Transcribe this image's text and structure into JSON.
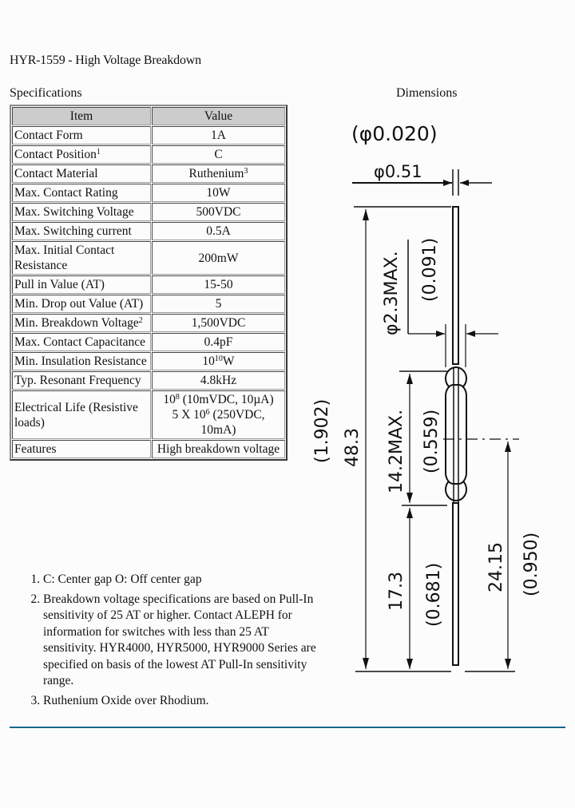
{
  "title": "HYR-1559 - High Voltage Breakdown",
  "specifications_heading": "Specifications",
  "dimensions_heading": "Dimensions",
  "table": {
    "headers": [
      "Item",
      "Value"
    ],
    "rows": [
      {
        "item": "Contact Form",
        "item_sup": "",
        "value": "1A",
        "value_sup": ""
      },
      {
        "item": "Contact Position",
        "item_sup": "1",
        "value": "C",
        "value_sup": ""
      },
      {
        "item": "Contact Material",
        "item_sup": "",
        "value": "Ruthenium",
        "value_sup": "3"
      },
      {
        "item": "Max. Contact Rating",
        "item_sup": "",
        "value": "10W",
        "value_sup": ""
      },
      {
        "item": "Max. Switching Voltage",
        "item_sup": "",
        "value": "500VDC",
        "value_sup": ""
      },
      {
        "item": "Max. Switching current",
        "item_sup": "",
        "value": "0.5A",
        "value_sup": ""
      },
      {
        "item": "Max. Initial Contact Resistance",
        "item_sup": "",
        "value": "200mW",
        "value_sup": ""
      },
      {
        "item": "Pull in Value (AT)",
        "item_sup": "",
        "value": "15-50",
        "value_sup": ""
      },
      {
        "item": "Min. Drop out Value (AT)",
        "item_sup": "",
        "value": "5",
        "value_sup": ""
      },
      {
        "item": "Min. Breakdown Voltage",
        "item_sup": "2",
        "value": "1,500VDC",
        "value_sup": ""
      },
      {
        "item": "Max. Contact Capacitance",
        "item_sup": "",
        "value": "0.4pF",
        "value_sup": ""
      },
      {
        "item": "Min. Insulation Resistance",
        "item_sup": "",
        "value_base": "10",
        "value_exp": "10",
        "value_unit": "W"
      },
      {
        "item": "Typ. Resonant Frequency",
        "item_sup": "",
        "value": "4.8kHz",
        "value_sup": ""
      },
      {
        "item": "Electrical Life (Resistive loads)",
        "item_sup": "",
        "value_line1_base": "10",
        "value_line1_exp": "8",
        "value_line1_rest": " (10mVDC, 10µA)",
        "value_line2_pre": "5 X 10",
        "value_line2_exp": "6",
        "value_line2_rest": " (250VDC, 10mA)"
      },
      {
        "item": "Features",
        "item_sup": "",
        "value": "High breakdown voltage",
        "value_sup": ""
      }
    ]
  },
  "notes": [
    "C: Center gap O: Off center gap",
    "Breakdown voltage specifications are based on Pull-In sensitivity of 25 AT or higher. Contact ALEPH for information for switches with less than 25 AT sensitivity. HYR4000, HYR5000, HYR9000 Series are specified on basis of the lowest AT Pull-In sensitivity range.",
    "Ruthenium Oxide over Rhodium."
  ],
  "drawing": {
    "lead_diameter_in": "(φ0.020)",
    "lead_diameter_mm": "φ0.51",
    "glass_diameter_mm": "φ2.3MAX.",
    "glass_diameter_in": "(0.091)",
    "overall_length_in": "(1.902)",
    "overall_length_mm": "48.3",
    "glass_length_mm": "14.2MAX.",
    "glass_length_in": "(0.559)",
    "lead_length_mm": "17.3",
    "lead_length_in": "(0.681)",
    "center_length_mm": "24.15",
    "center_length_in": "(0.950)"
  },
  "colors": {
    "rule": "#17668f",
    "table_header_bg": "#cccccc"
  }
}
